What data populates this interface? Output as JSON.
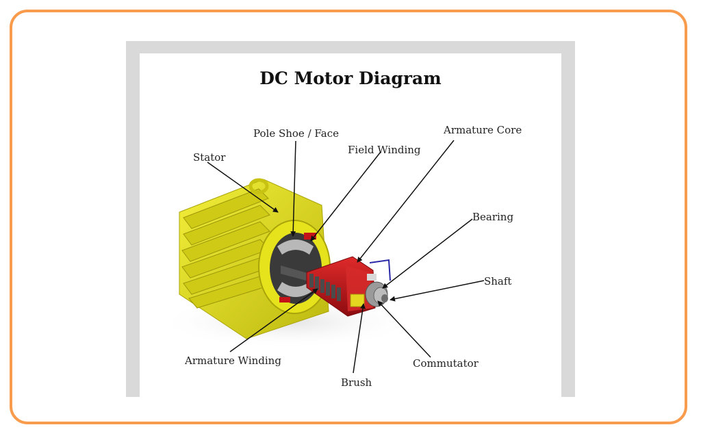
{
  "title": "DC Motor Diagram",
  "labels": {
    "stator": "Stator",
    "pole_shoe": "Pole Shoe / Face",
    "field_winding": "Field Winding",
    "armature_core": "Armature Core",
    "bearing": "Bearing",
    "shaft": "Shaft",
    "commutator": "Commutator",
    "brush": "Brush",
    "armature_winding": "Armature Winding"
  },
  "colors": {
    "frame_border": "#f99b4c",
    "panel": "#d9d9d9",
    "stator_yellow": "#e8e41c",
    "armature_red": "#c4141a",
    "shaft_grey": "#8a8a8a"
  }
}
